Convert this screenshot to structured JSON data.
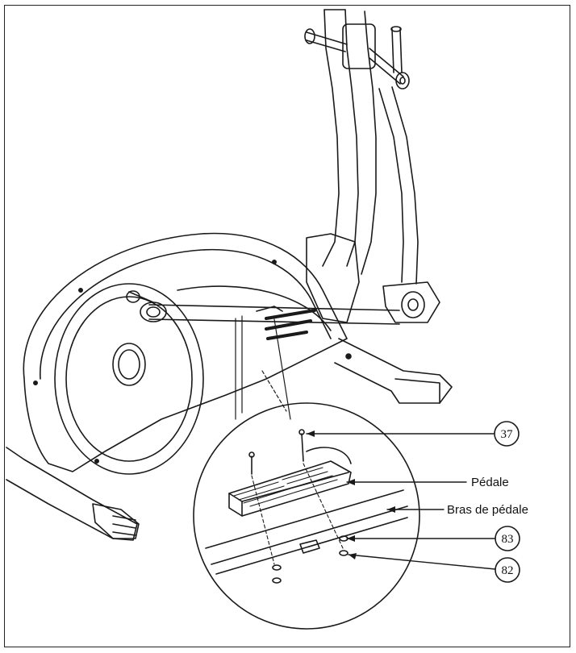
{
  "callouts": {
    "part_37": "37",
    "pedal": "Pédale",
    "pedal_arm": "Bras de pédale",
    "part_83": "83",
    "part_82": "82"
  }
}
